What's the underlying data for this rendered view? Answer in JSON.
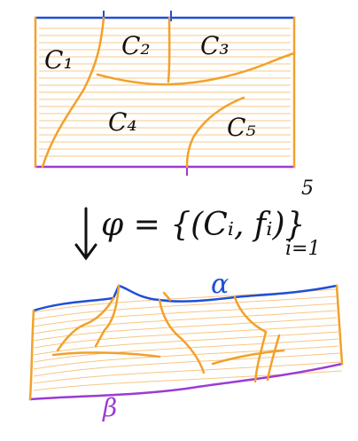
{
  "colors": {
    "orange": "#f2a12b",
    "blue": "#1f4fd8",
    "purple": "#9b3bd4",
    "ink": "#111111",
    "hatch": "#f4b45a"
  },
  "top_diagram": {
    "cells": [
      {
        "label": "C₁"
      },
      {
        "label": "C₂"
      },
      {
        "label": "C₃"
      },
      {
        "label": "C₄"
      },
      {
        "label": "C₅"
      }
    ]
  },
  "middle": {
    "arrow": "↓",
    "formula": "φ = {(Cᵢ, fᵢ)}",
    "superscript": "5",
    "subscript": "i=1"
  },
  "bottom_diagram": {
    "alpha": "α",
    "beta": "β"
  }
}
